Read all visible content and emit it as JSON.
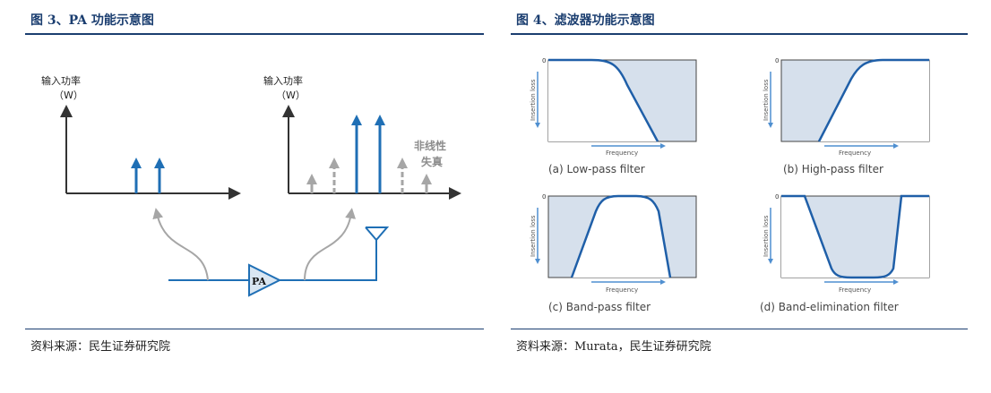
{
  "figure3": {
    "title": "图 3、PA 功能示意图",
    "source": "资料来源：民生证券研究院",
    "y_label_line1": "输入功率",
    "y_label_line2": "（W）",
    "nonlinear_line1": "非线性",
    "nonlinear_line2": "失真",
    "pa_label": "PA",
    "colors": {
      "signal": "#1f6fb5",
      "distortion": "#a6a6a6",
      "axis": "#333333"
    }
  },
  "figure4": {
    "title": "图 4、滤波器功能示意图",
    "source": "资料来源：Murata，民生证券研究院",
    "zero_label": "0",
    "y_axis_label": "Insertion loss",
    "x_axis_label": "Frequency",
    "captions": [
      "(a) Low-pass filter",
      "(b) High-pass filter",
      "(c) Band-pass filter",
      "(d) Band-elimination filter"
    ],
    "colors": {
      "curve": "#1f5fa8",
      "fill": "#d6e0ec",
      "arrow": "#4f8fd0"
    }
  }
}
